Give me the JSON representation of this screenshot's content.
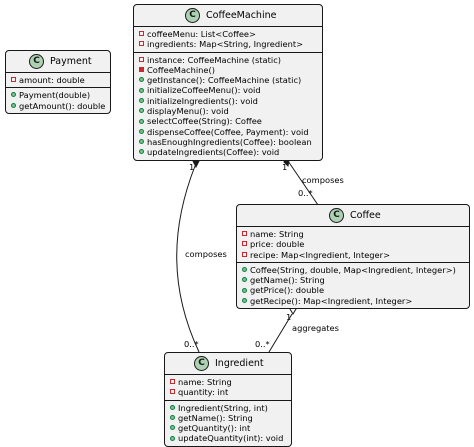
{
  "diagram": {
    "classes": {
      "payment": {
        "icon": "C",
        "name": "Payment",
        "attributes": [
          {
            "vis": "private",
            "text": "amount: double"
          }
        ],
        "methods": [
          {
            "vis": "public",
            "text": "Payment(double)"
          },
          {
            "vis": "public",
            "text": "getAmount(): double"
          }
        ]
      },
      "coffee_machine": {
        "icon": "C",
        "name": "CoffeeMachine",
        "attributes": [
          {
            "vis": "private",
            "text": "coffeeMenu: List<Coffee>"
          },
          {
            "vis": "private",
            "text": "ingredients: Map<String, Ingredient>"
          }
        ],
        "methods": [
          {
            "vis": "private",
            "text": "instance: CoffeeMachine (static)"
          },
          {
            "vis": "private-filled",
            "text": "CoffeeMachine()"
          },
          {
            "vis": "public",
            "text": "getInstance(): CoffeeMachine (static)"
          },
          {
            "vis": "public",
            "text": "initializeCoffeeMenu(): void"
          },
          {
            "vis": "public",
            "text": "initializeIngredients(): void"
          },
          {
            "vis": "public",
            "text": "displayMenu(): void"
          },
          {
            "vis": "public",
            "text": "selectCoffee(String): Coffee"
          },
          {
            "vis": "public",
            "text": "dispenseCoffee(Coffee, Payment): void"
          },
          {
            "vis": "public",
            "text": "hasEnoughIngredients(Coffee): boolean"
          },
          {
            "vis": "public",
            "text": "updateIngredients(Coffee): void"
          }
        ]
      },
      "coffee": {
        "icon": "C",
        "name": "Coffee",
        "attributes": [
          {
            "vis": "private",
            "text": "name: String"
          },
          {
            "vis": "private",
            "text": "price: double"
          },
          {
            "vis": "private",
            "text": "recipe: Map<Ingredient, Integer>"
          }
        ],
        "methods": [
          {
            "vis": "public",
            "text": "Coffee(String, double, Map<Ingredient, Integer>)"
          },
          {
            "vis": "public",
            "text": "getName(): String"
          },
          {
            "vis": "public",
            "text": "getPrice(): double"
          },
          {
            "vis": "public",
            "text": "getRecipe(): Map<Ingredient, Integer>"
          }
        ]
      },
      "ingredient": {
        "icon": "C",
        "name": "Ingredient",
        "attributes": [
          {
            "vis": "private",
            "text": "name: String"
          },
          {
            "vis": "private",
            "text": "quantity: int"
          }
        ],
        "methods": [
          {
            "vis": "public",
            "text": "Ingredient(String, int)"
          },
          {
            "vis": "public",
            "text": "getName(): String"
          },
          {
            "vis": "public",
            "text": "getQuantity(): int"
          },
          {
            "vis": "public",
            "text": "updateQuantity(int): void"
          }
        ]
      }
    },
    "relations": [
      {
        "id": "machine-coffee",
        "type": "composition",
        "label": "composes",
        "source_mult": "1",
        "target_mult": "0..*"
      },
      {
        "id": "machine-ingredient",
        "type": "composition",
        "label": "composes",
        "source_mult": "1",
        "target_mult": "0..*"
      },
      {
        "id": "coffee-ingredient",
        "type": "aggregation",
        "label": "aggregates",
        "source_mult": "1",
        "target_mult": "0..*"
      }
    ],
    "colors": {
      "box_fill": "#f1f1f1",
      "border": "#181818",
      "class_icon": "#add1b2",
      "private": "#c82930",
      "public": "#84be84"
    }
  }
}
